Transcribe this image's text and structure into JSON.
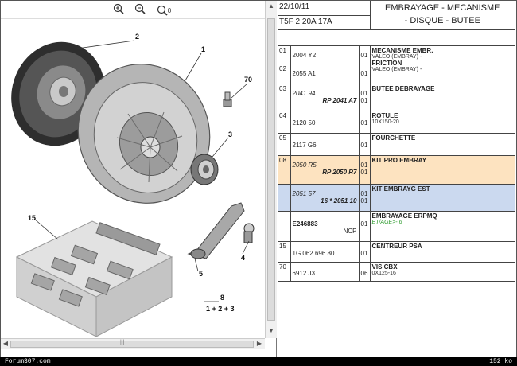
{
  "toolbar": {
    "zoom_in_icon": "zoom-in-icon",
    "zoom_out_icon": "zoom-out-icon",
    "zoom_reset_icon": "zoom-reset-icon",
    "zoom_reset_label": "0"
  },
  "diagram": {
    "labels": [
      "2",
      "1",
      "70",
      "3",
      "15",
      "4",
      "5",
      "8"
    ],
    "formula": "1 + 2 + 3"
  },
  "header": {
    "date": "22/10/11",
    "code": "T5F 2 20A 17A",
    "title_line1": "EMBRAYAGE - MECANISME",
    "title_line2": "- DISQUE - BUTEE"
  },
  "rows": [
    {
      "num": "01",
      "ref": "2004 Y2",
      "qty": "01",
      "name": "MECANISME EMBR.",
      "sub": "VALEO (EMBRAY) -"
    },
    {
      "num": "02",
      "ref": "2055 A1",
      "qty": "01",
      "name": "FRICTION",
      "sub": "VALEO (EMBRAY) -"
    },
    {
      "num": "03",
      "ref": "2041 94",
      "ref2": "RP 2041 A7",
      "qty": "01",
      "qty2": "01",
      "name": "BUTEE DEBRAYAGE",
      "sub": ""
    },
    {
      "num": "04",
      "ref": "2120 50",
      "qty": "01",
      "name": "ROTULE",
      "sub": "10X150-20"
    },
    {
      "num": "05",
      "ref": "2117 G6",
      "qty": "01",
      "name": "FOURCHETTE",
      "sub": ""
    },
    {
      "num": "08",
      "ref": "2050 R5",
      "ref2": "RP 2050 R7",
      "qty": "01",
      "qty2": "01",
      "name": "KIT PRO EMBRAY",
      "sub": ""
    },
    {
      "num": "",
      "ref": "2051 57",
      "ref2": "16 * 2051 10",
      "qty": "01",
      "qty2": "01",
      "name": "KIT EMBRAYG EST",
      "sub": ""
    },
    {
      "num": "",
      "ref": "E246883",
      "ref2": "NCP",
      "qty": "01",
      "name": "EMBRAYAGE ERPMQ",
      "sub": "ET/AGE>- 6"
    },
    {
      "num": "15",
      "ref": "1G 062 696 80",
      "qty": "01",
      "name": "CENTREUR PSA",
      "sub": ""
    },
    {
      "num": "70",
      "ref": "6912 J3",
      "qty": "06",
      "name": "VIS CBX",
      "sub": "0X125-16"
    }
  ],
  "status": {
    "left": "Forum307.com",
    "right": "152 ko"
  }
}
